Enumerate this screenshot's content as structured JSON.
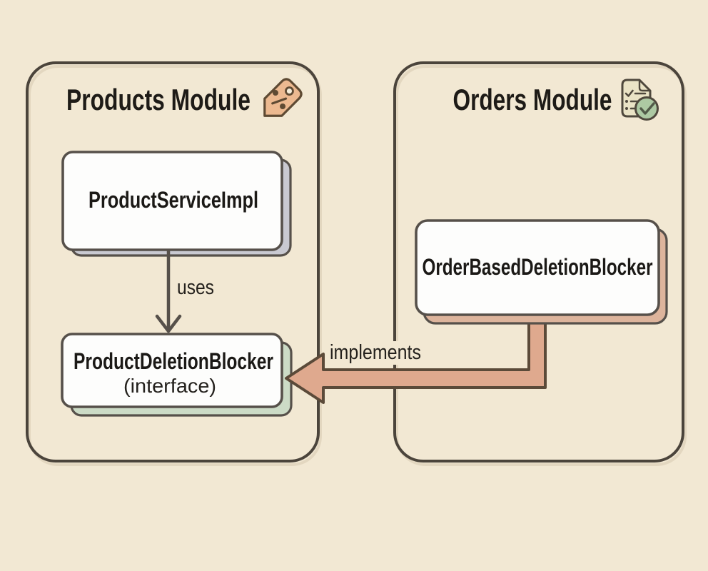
{
  "diagram": {
    "type": "module-dependency-diagram",
    "modules": [
      {
        "id": "products",
        "title": "Products Module",
        "icon": "price-tag-icon"
      },
      {
        "id": "orders",
        "title": "Orders Module",
        "icon": "order-checklist-icon"
      }
    ],
    "nodes": [
      {
        "id": "product-service-impl",
        "module": "products",
        "label": "ProductServiceImpl"
      },
      {
        "id": "product-deletion-blocker",
        "module": "products",
        "label": "ProductDeletionBlocker",
        "sublabel": "(interface)"
      },
      {
        "id": "order-based-deletion-blocker",
        "module": "orders",
        "label": "OrderBasedDeletionBlocker"
      }
    ],
    "edges": [
      {
        "from": "product-service-impl",
        "to": "product-deletion-blocker",
        "label": "uses",
        "style": "thin-open-arrow"
      },
      {
        "from": "order-based-deletion-blocker",
        "to": "product-deletion-blocker",
        "label": "implements",
        "style": "block-arrow"
      }
    ]
  },
  "colors": {
    "background": "#f2e8d3",
    "container_border": "#4b443b",
    "node_border": "#56504a",
    "node_fill": "#fdfdfc",
    "text": "#1e1b17",
    "shadow_gray": "#c9c9d1",
    "shadow_green": "#ccdbc6",
    "shadow_salmon": "#ddb49c",
    "arrow_fill": "#dfa98e",
    "arrow_outline": "#5b4a39",
    "tag_icon_fill": "#ecb990",
    "doc_icon_fill": "#eae3c6",
    "check_circle_fill": "#adc9a3"
  }
}
